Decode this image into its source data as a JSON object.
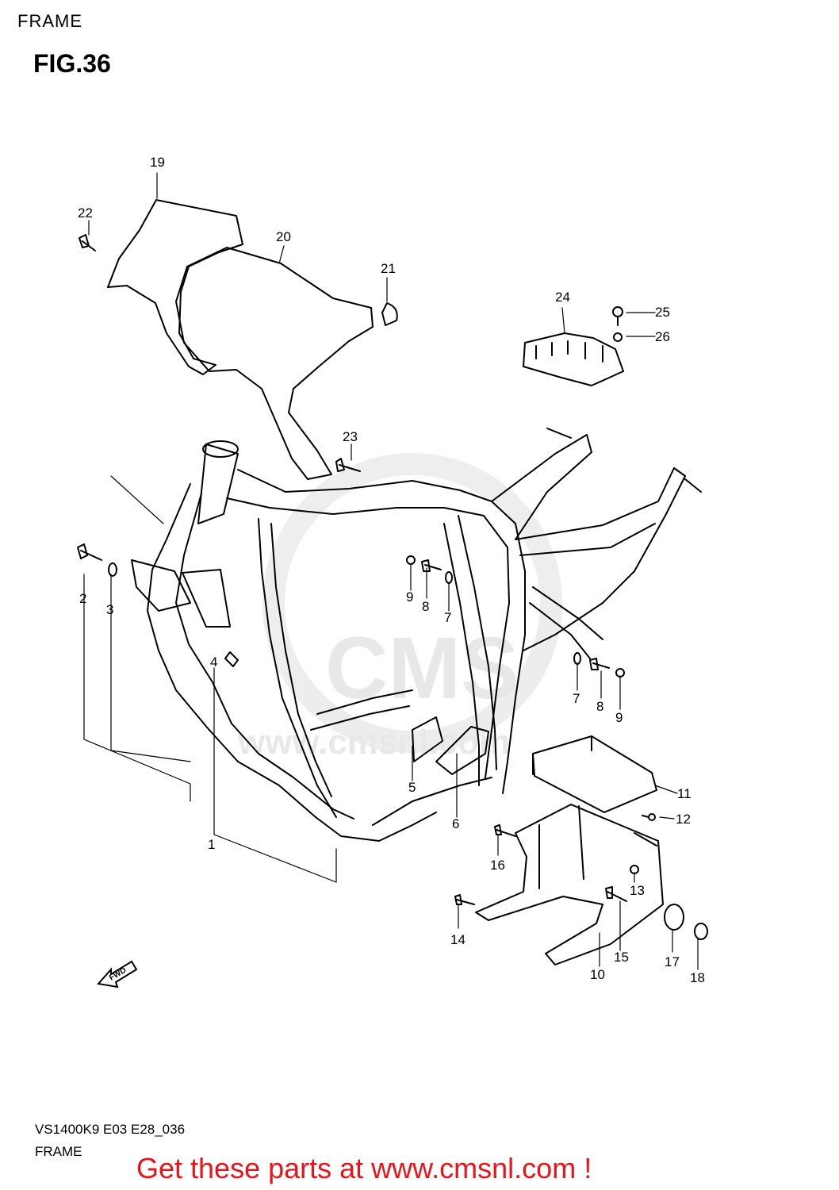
{
  "header": {
    "category": "FRAME",
    "figure": "FIG.36"
  },
  "footer": {
    "model_code": "VS1400K9 E03 E28_036",
    "section": "FRAME"
  },
  "promo": {
    "text": "Get these parts at www.cmsnl.com !",
    "color": "#e8141b"
  },
  "watermark": {
    "brand": "CMS",
    "url": "www.cmsnl.com"
  },
  "direction_marker": {
    "label": "FWD",
    "icon": "forward-arrow-icon"
  },
  "callouts": [
    "1",
    "2",
    "3",
    "4",
    "5",
    "6",
    "7",
    "7",
    "8",
    "8",
    "9",
    "9",
    "10",
    "11",
    "12",
    "13",
    "14",
    "15",
    "16",
    "17",
    "18",
    "19",
    "20",
    "21",
    "22",
    "23",
    "24",
    "25",
    "26"
  ]
}
